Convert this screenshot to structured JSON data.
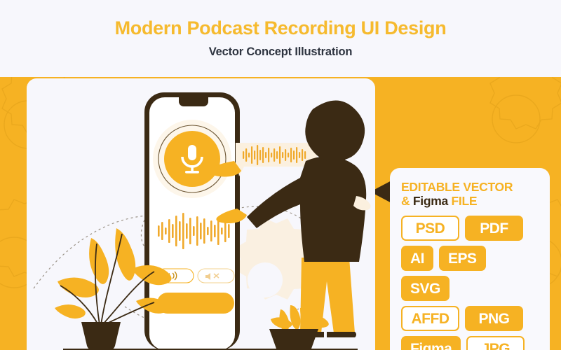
{
  "header": {
    "title": "Modern Podcast Recording UI Design",
    "subtitle": "Vector Concept Illustration",
    "title_color": "#F6BA2E",
    "subtitle_color": "#2E3440",
    "background": "#F7F7FC"
  },
  "stage": {
    "background_color": "#F6B223",
    "accent_dark": "#3B2A14",
    "card_background": "#F7F7FC"
  },
  "phone": {
    "frame_color": "#3B2A14",
    "screen_color": "#FFFFFF",
    "record_button": {
      "icon": "microphone-icon",
      "fill": "#F6B223",
      "icon_color": "#FFFFFF"
    },
    "waveform_color": "#F0A92B",
    "controls": [
      {
        "icon": "volume-up-icon",
        "state": "active"
      },
      {
        "icon": "volume-mute-icon",
        "state": "muted"
      }
    ],
    "action_bar_color": "#F6B223"
  },
  "speech_bubble": {
    "background": "#FBF0DF",
    "waveform_color": "#F0A92B"
  },
  "character": {
    "hair_color": "#3B2A14",
    "top_color": "#3B2A14",
    "pants_color": "#F6B223",
    "skin_color": "#F6B223"
  },
  "arrow": {
    "name": "elbow-double-arrow",
    "color": "#3B2A14",
    "directions": [
      "left",
      "down"
    ]
  },
  "panel": {
    "background": "#F9F9FD",
    "heading_line1": [
      {
        "text": "EDITABLE VECTOR",
        "color": "#F6B223"
      }
    ],
    "heading_line2": [
      {
        "text": "& ",
        "color": "#F6B223"
      },
      {
        "text": "Figma",
        "color": "#3B2A14"
      },
      {
        "text": " FILE",
        "color": "#F6B223"
      }
    ],
    "heading_plain": "EDITABLE VECTOR & Figma FILE",
    "rows": [
      [
        {
          "label": "PSD",
          "style": "ghost"
        },
        {
          "label": "PDF",
          "style": "solid"
        }
      ],
      [
        {
          "label": "AI",
          "style": "solid"
        },
        {
          "label": "EPS",
          "style": "solid"
        },
        {
          "label": "SVG",
          "style": "solid"
        }
      ],
      [
        {
          "label": "AFFD",
          "style": "ghost"
        },
        {
          "label": "PNG",
          "style": "solid"
        }
      ],
      [
        {
          "label": "Figma",
          "style": "solid"
        },
        {
          "label": "JPG",
          "style": "ghost"
        }
      ]
    ]
  }
}
